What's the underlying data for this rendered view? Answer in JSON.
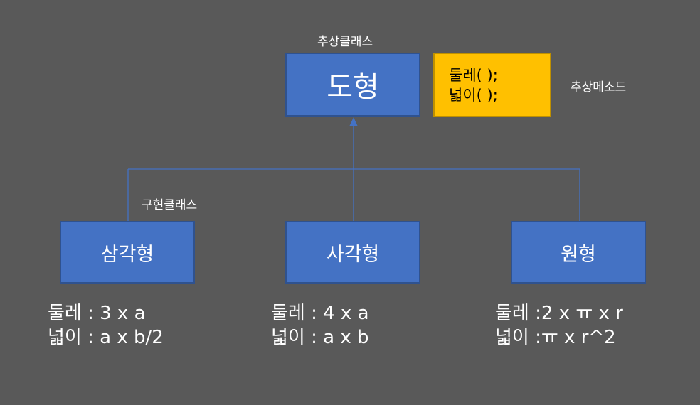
{
  "labels": {
    "abstract_class": "추상클래스",
    "abstract_method": "추상메소드",
    "impl_class": "구현클래스"
  },
  "root": {
    "title": "도형"
  },
  "methods": [
    "둘레( );",
    "넓이( );"
  ],
  "children": [
    {
      "title": "삼각형",
      "perimeter": "둘레 : 3 x a",
      "area": "넓이 : a x b/2"
    },
    {
      "title": "사각형",
      "perimeter": "둘레 : 4 x a",
      "area": "넓이 : a x b"
    },
    {
      "title": "원형",
      "perimeter": "둘레 :2 x ㅠ x r",
      "area": "넓이 :ㅠ x r^2"
    }
  ],
  "colors": {
    "background": "#595959",
    "class_box": "#4472c4",
    "class_border": "#2f528f",
    "note_box": "#ffc000",
    "connector": "#4472c4"
  }
}
